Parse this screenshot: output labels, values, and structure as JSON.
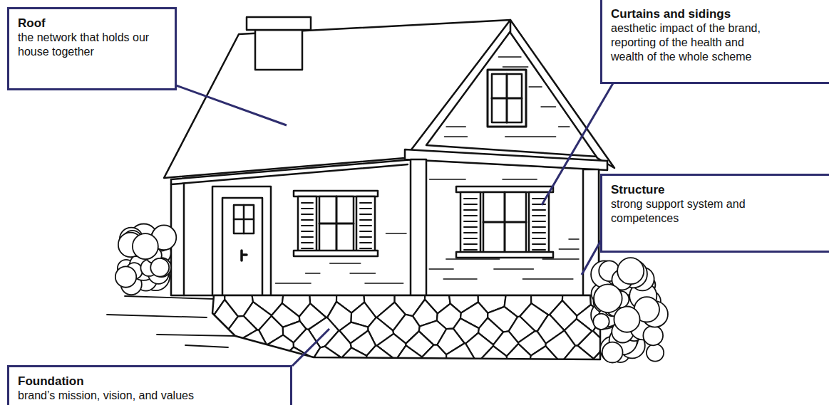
{
  "diagram": {
    "nodes": [
      {
        "text": [
          "Roof",
          "the network that holds our house together"
        ]
      },
      {
        "text": [
          "Curtains and sidings",
          "aesthetic impact of the brand, reporting of the health and wealth of the whole scheme"
        ]
      },
      {
        "text": [
          "Structure",
          "strong support system and competences"
        ]
      },
      {
        "text": [
          "Foundation",
          "brand’s mission, vision, and values"
        ]
      }
    ]
  }
}
